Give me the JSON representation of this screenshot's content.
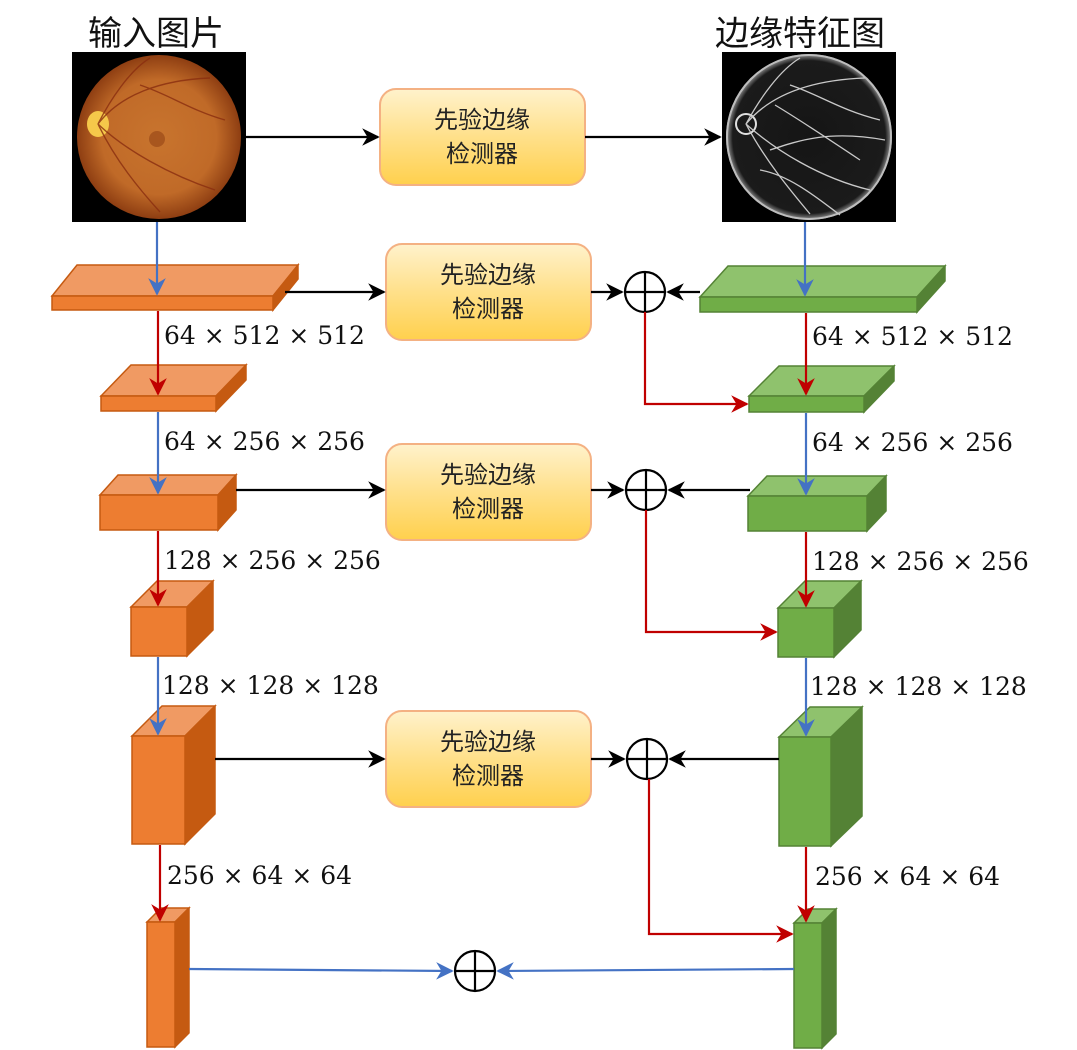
{
  "titles": {
    "input_image": "输入图片",
    "edge_feature_map": "边缘特征图"
  },
  "edge_detector": {
    "line1": "先验边缘",
    "line2": "检测器"
  },
  "dims_left": [
    "64 × 512 × 512",
    "64 × 256 × 256",
    "128 × 256 × 256",
    "128 × 128 × 128",
    "256 × 64 × 64"
  ],
  "dims_right": [
    "64 × 512 × 512",
    "64 × 256 × 256",
    "128 × 256 × 256",
    "128 × 128 × 128",
    "256 × 64 × 64"
  ],
  "colors": {
    "orange_front": "#ED7D31",
    "orange_top": "#F09A63",
    "orange_side": "#C55A11",
    "green_front": "#70AD47",
    "green_top": "#8FC26D",
    "green_side": "#548235",
    "box_fill": "#FFD966",
    "box_stroke": "#F4B183",
    "arrow_blue": "#4472C4",
    "arrow_red": "#C00000",
    "arrow_black": "#000000"
  }
}
